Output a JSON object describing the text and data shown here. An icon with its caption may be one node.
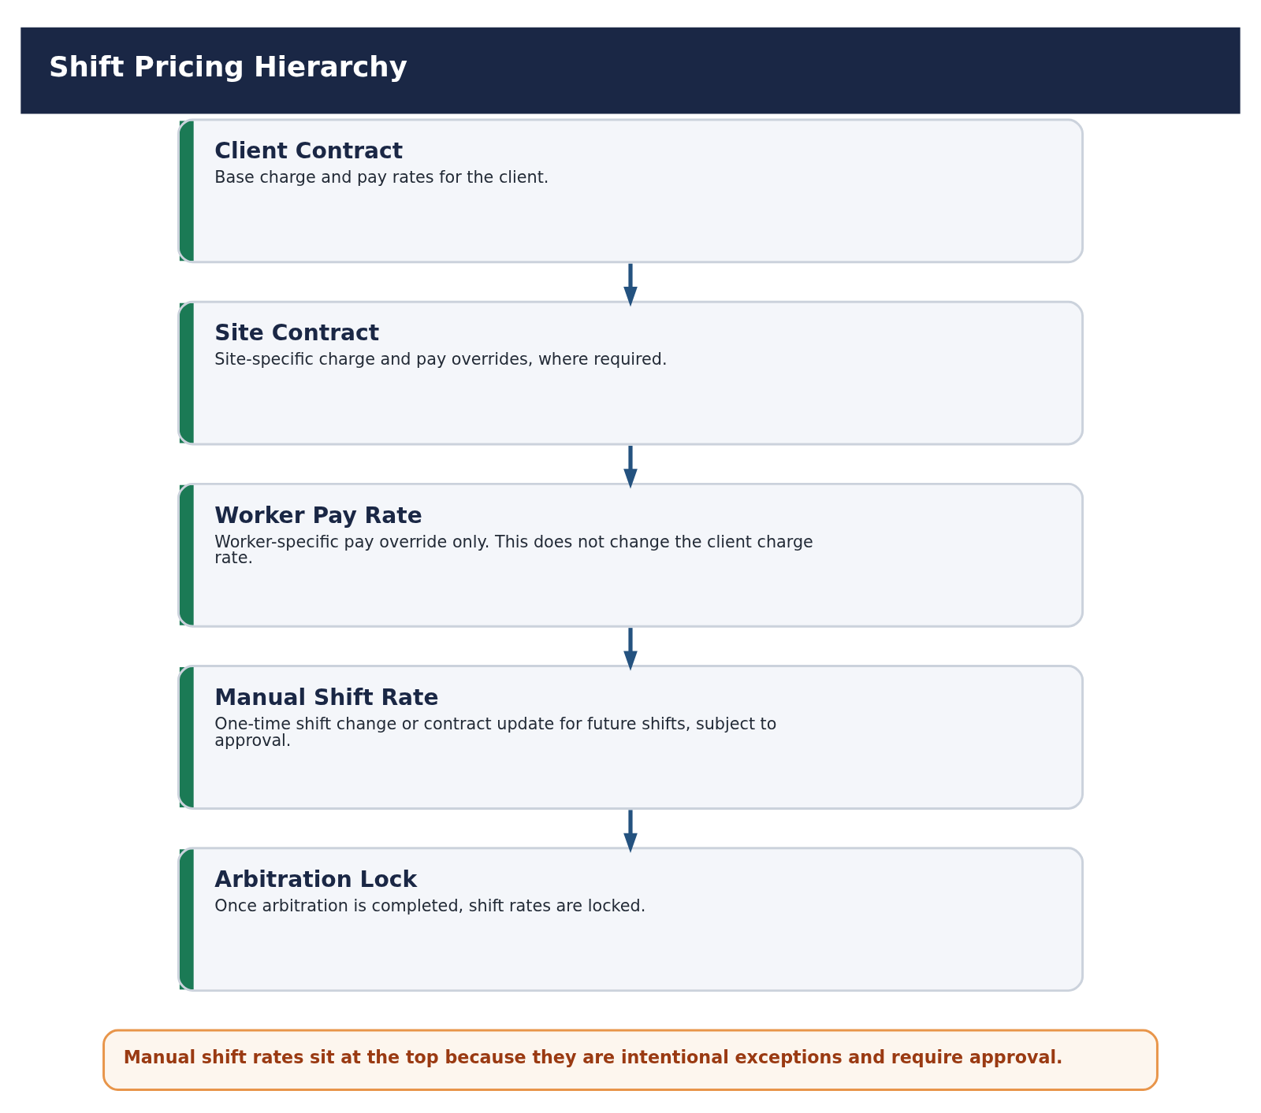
{
  "diagram": {
    "title": "Shift Pricing Hierarchy",
    "nodes": [
      {
        "text": [
          "Client Contract",
          "Base charge and pay rates for the client."
        ]
      },
      {
        "text": [
          "Site Contract",
          "Site-specific charge and pay overrides, where required."
        ]
      },
      {
        "text": [
          "Worker Pay Rate",
          "Worker-specific pay override only. This does not change the client charge rate."
        ]
      },
      {
        "text": [
          "Manual Shift Rate",
          "One-time shift change or contract update for future shifts, subject to approval."
        ]
      },
      {
        "text": [
          "Arbitration Lock",
          "Once arbitration is completed, shift rates are locked."
        ]
      },
      {
        "text": [
          "Manual shift rates sit at the top because they are intentional exceptions and require approval."
        ]
      }
    ],
    "edges": [
      {
        "from": 0,
        "to": 1,
        "arrow": "to"
      },
      {
        "from": 1,
        "to": 2,
        "arrow": "to"
      },
      {
        "from": 2,
        "to": 3,
        "arrow": "to"
      },
      {
        "from": 3,
        "to": 4,
        "arrow": "to"
      }
    ]
  }
}
